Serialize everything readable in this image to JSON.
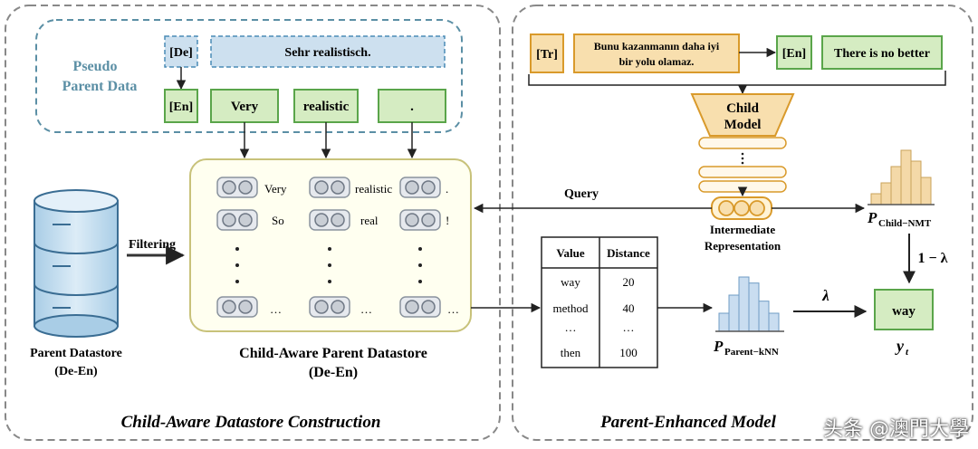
{
  "left_panel": {
    "caption": "Child-Aware Datastore Construction",
    "pseudo_parent": {
      "title_line1": "Pseudo",
      "title_line2": "Parent Data",
      "src_tag": "[De]",
      "src_text": "Sehr realistisch.",
      "tgt_tag": "[En]",
      "tgt_tokens": [
        "Very",
        "realistic",
        "."
      ]
    },
    "filtering_label": "Filtering",
    "parent_datastore": {
      "line1": "Parent Datastore",
      "line2": "(De-En)"
    },
    "child_aware": {
      "line1": "Child-Aware Parent Datastore",
      "line2": "(De-En)",
      "rows": [
        [
          "Very",
          "realistic",
          "."
        ],
        [
          "So",
          "real",
          "!"
        ]
      ],
      "ellipsis": "…"
    }
  },
  "right_panel": {
    "caption": "Parent-Enhanced Model",
    "src_tag": "[Tr]",
    "src_text_line1": "Bunu kazanmanın daha iyi",
    "src_text_line2": "bir yolu olamaz.",
    "tgt_tag": "[En]",
    "tgt_text": "There is no better",
    "child_model": {
      "line1": "Child",
      "line2": "Model"
    },
    "query_label": "Query",
    "intermediate": {
      "line1": "Intermediate",
      "line2": "Representation"
    },
    "p_child": {
      "symbol": "P",
      "subscript": "Child−NMT"
    },
    "p_parent": {
      "symbol": "P",
      "subscript": "Parent−kNN"
    },
    "one_minus_lambda": "1 − λ",
    "lambda": "λ",
    "output": {
      "token": "way",
      "label_base": "y",
      "label_sub": "t"
    },
    "table": {
      "headers": [
        "Value",
        "Distance"
      ],
      "rows": [
        [
          "way",
          "20"
        ],
        [
          "method",
          "40"
        ],
        [
          "…",
          "…"
        ],
        [
          "then",
          "100"
        ]
      ]
    }
  },
  "watermark": "头条 @澳門大學",
  "chart_data": [
    {
      "type": "bar",
      "name": "p_child_hist",
      "values": [
        2,
        4,
        7,
        10,
        8,
        5
      ]
    },
    {
      "type": "bar",
      "name": "p_parent_hist",
      "values": [
        3,
        6,
        9,
        8,
        5,
        3
      ]
    }
  ],
  "colors": {
    "green_fill": "#d5ecc2",
    "green_stroke": "#5aa54a",
    "blue_fill": "#cde0ef",
    "blue_stroke": "#4a8bb5",
    "orange_fill": "#f8dfae",
    "orange_stroke": "#d99a2b",
    "panel_yellow": "#fffff0",
    "panel_yellow_stroke": "#c8c27a",
    "hist_fill": "#f4d9a8",
    "hist_fill2": "#c9ddf0",
    "gray_cell": "#c9ced5",
    "teal_text": "#5b8fa5"
  }
}
